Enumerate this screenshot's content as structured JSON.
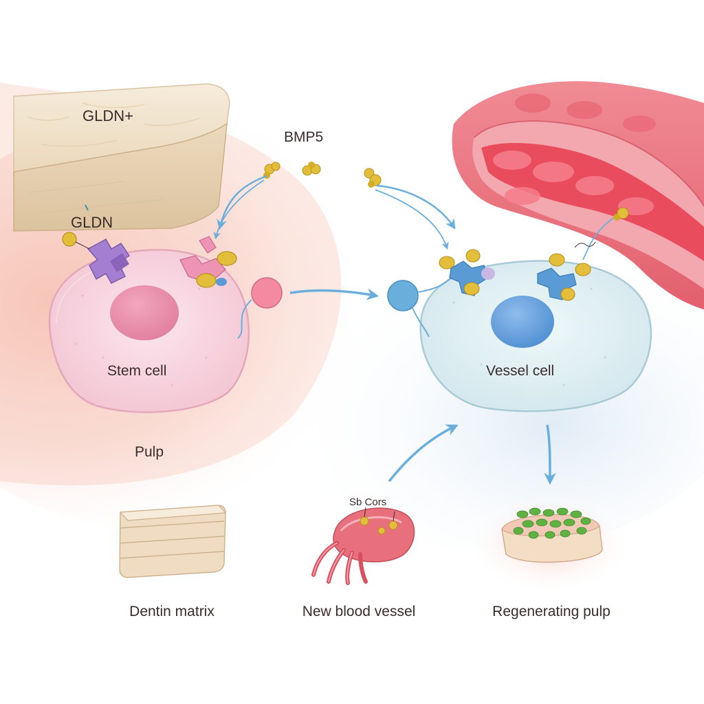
{
  "diagram": {
    "labels": {
      "gldn_plus": "GLDN+",
      "gldn": "GLDN",
      "bmp5": "BMP5",
      "stem_cell": "Stem cell",
      "pulp": "Pulp",
      "vessel_cell": "Vessel cell",
      "signal_fragment": "Sb  Cors"
    },
    "captions": {
      "dentin_matrix": "Dentin matrix",
      "new_blood_vessel": "New blood vessel",
      "regenerating_pulp": "Regenerating pulp"
    }
  },
  "colors": {
    "stem_cell_fill": "#f8d6e2",
    "stem_nucleus": "#e889a8",
    "vessel_cell_fill": "#e3f1f3",
    "vessel_nucleus": "#6aa3dd",
    "arrow": "#6aaedc",
    "bmp5_ligand": "#e3be3a",
    "gldn_receptor": "#a47ed0",
    "blood_vessel": "#e76775",
    "dentin": "#f1e3cc",
    "pulp_tissue": "#f3b4a8",
    "regenerating_growth": "#5fb142"
  }
}
